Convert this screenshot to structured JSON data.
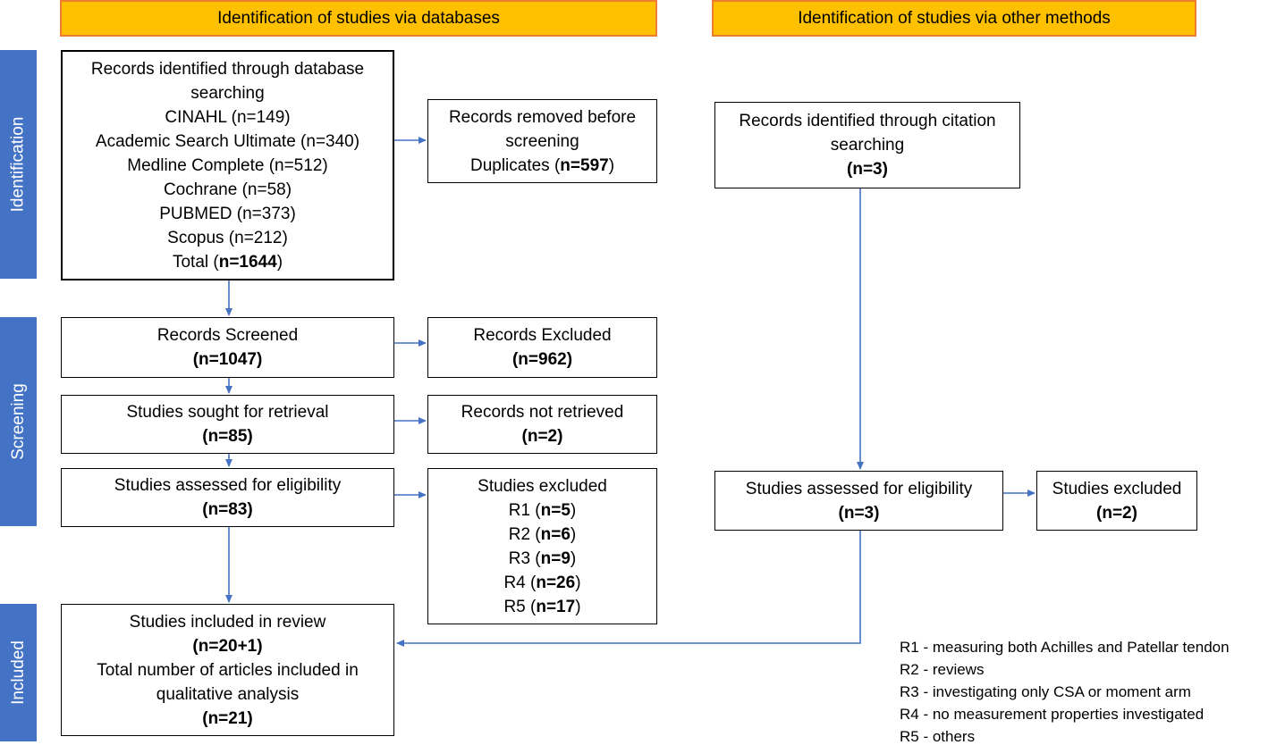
{
  "headers": {
    "databases": "Identification of studies via databases",
    "other": "Identification of studies via other methods"
  },
  "phases": {
    "identification": "Identification",
    "screening": "Screening",
    "included": "Included"
  },
  "boxes": {
    "db_records": {
      "title_1": "Records identified through database",
      "title_2": "searching",
      "sources": [
        {
          "label": "CINAHL (n=149)"
        },
        {
          "label": "Academic Search Ultimate (n=340)"
        },
        {
          "label": "Medline Complete (n=512)"
        },
        {
          "label": "Cochrane (n=58)"
        },
        {
          "label": "PUBMED (n=373)"
        },
        {
          "label": "Scopus (n=212)"
        }
      ],
      "total_label": "Total (",
      "total_value": "n=1644",
      "total_close": ")"
    },
    "removed": {
      "line1": "Records removed before",
      "line2": "screening",
      "dup_label": "Duplicates (",
      "dup_value": "n=597",
      "dup_close": ")"
    },
    "screened": {
      "label": "Records Screened",
      "value": "(n=1047)"
    },
    "excluded": {
      "label": "Records Excluded",
      "value": "(n=962)"
    },
    "retrieval": {
      "label": "Studies sought for retrieval",
      "value": "(n=85)"
    },
    "not_retrieved": {
      "label": "Records not retrieved",
      "value": "(n=2)"
    },
    "eligibility": {
      "label": "Studies assessed for eligibility",
      "value": "(n=83)"
    },
    "studies_excluded": {
      "label": "Studies excluded",
      "reasons": [
        {
          "code": "R1 (",
          "value": "n=5",
          "close": ")"
        },
        {
          "code": "R2 (",
          "value": "n=6",
          "close": ")"
        },
        {
          "code": "R3 (",
          "value": "n=9",
          "close": ")"
        },
        {
          "code": "R4 (",
          "value": "n=26",
          "close": ")"
        },
        {
          "code": "R5 (",
          "value": "n=17",
          "close": ")"
        }
      ]
    },
    "included": {
      "line1": "Studies included in review",
      "value1": "(n=20+1)",
      "line2": "Total number of articles included in",
      "line3": "qualitative analysis",
      "value2": "(n=21)"
    },
    "citation": {
      "line1": "Records identified through citation",
      "line2": "searching",
      "value": "(n=3)"
    },
    "other_eligibility": {
      "label": "Studies assessed for eligibility",
      "value": "(n=3)"
    },
    "other_excluded": {
      "label": "Studies excluded",
      "value": "(n=2)"
    }
  },
  "legend": [
    {
      "text": "R1 - measuring both Achilles and Patellar tendon"
    },
    {
      "text": "R2 - reviews"
    },
    {
      "text": "R3 - investigating only CSA or moment arm"
    },
    {
      "text": "R4 - no measurement properties investigated"
    },
    {
      "text": "R5 - others"
    }
  ],
  "colors": {
    "header_fill": "#ffc000",
    "header_border": "#ed7d31",
    "phase_fill": "#4472c4",
    "arrow": "#4472c4"
  }
}
